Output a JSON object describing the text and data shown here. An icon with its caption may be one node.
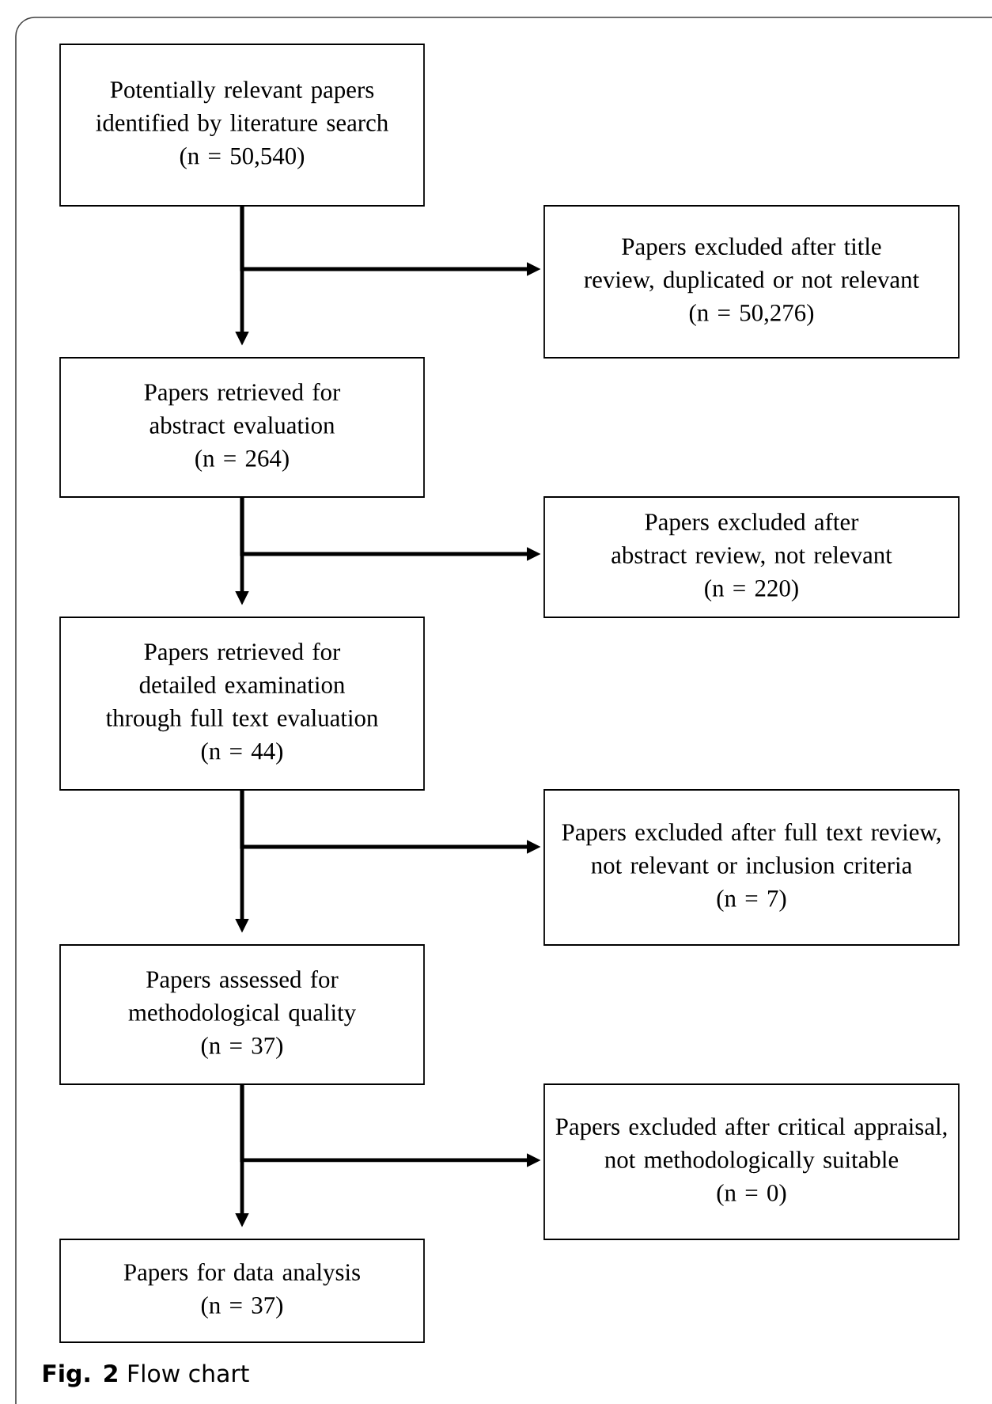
{
  "diagram": {
    "caption": "**Fig. 2** Flow chart",
    "nodes": [
      {
        "text": [
          "Potentially relevant papers identified by literature search",
          "(n = 50,540)"
        ]
      },
      {
        "text": [
          "Papers excluded after title review, duplicated or not relevant",
          "(n = 50,276)"
        ]
      },
      {
        "text": [
          "Papers retrieved for abstract evaluation",
          "(n = 264)"
        ]
      },
      {
        "text": [
          "Papers excluded after abstract review, not relevant",
          "(n = 220)"
        ]
      },
      {
        "text": [
          "Papers retrieved for detailed examination through full text evaluation",
          "(n = 44)"
        ]
      },
      {
        "text": [
          "Papers excluded after full text review, not relevant or inclusion criteria",
          "(n = 7)"
        ]
      },
      {
        "text": [
          "Papers assessed for methodological quality",
          "(n = 37)"
        ]
      },
      {
        "text": [
          "Papers excluded after critical appraisal, not methodologically suitable",
          "(n = 0)"
        ]
      },
      {
        "text": [
          "Papers for data analysis",
          "(n = 37)"
        ]
      }
    ],
    "edges": [
      {
        "from": 0,
        "to": 2,
        "arrow": "to"
      },
      {
        "from": 0,
        "to": 1,
        "arrow": "to"
      },
      {
        "from": 2,
        "to": 4,
        "arrow": "to"
      },
      {
        "from": 2,
        "to": 3,
        "arrow": "to"
      },
      {
        "from": 4,
        "to": 6,
        "arrow": "to"
      },
      {
        "from": 4,
        "to": 5,
        "arrow": "to"
      },
      {
        "from": 6,
        "to": 8,
        "arrow": "to"
      },
      {
        "from": 6,
        "to": 7,
        "arrow": "to"
      }
    ]
  }
}
